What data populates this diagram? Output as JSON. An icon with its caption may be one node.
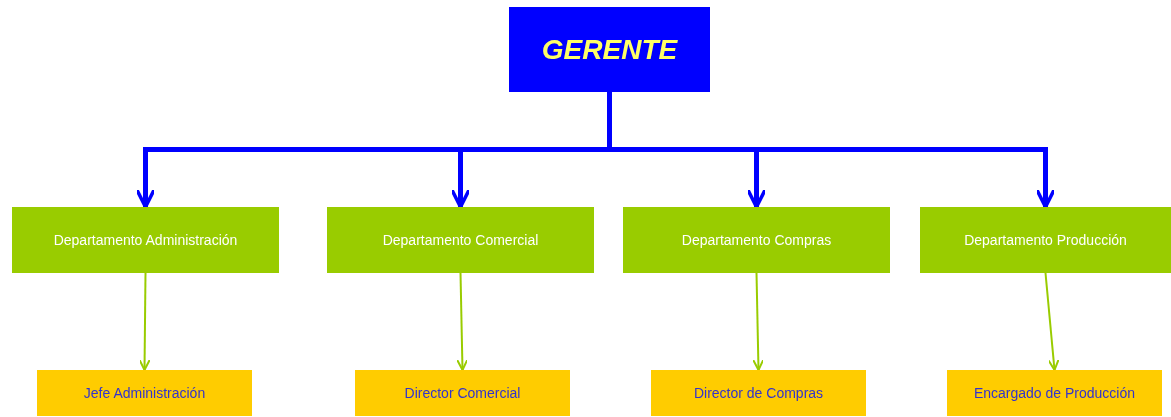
{
  "diagram": {
    "nodes": [
      {
        "text": [
          "GERENTE"
        ]
      },
      {
        "text": [
          "Departamento Administración"
        ]
      },
      {
        "text": [
          "Departamento Comercial"
        ]
      },
      {
        "text": [
          "Departamento Compras"
        ]
      },
      {
        "text": [
          "Departamento Producción"
        ]
      },
      {
        "text": [
          "Jefe Administración"
        ]
      },
      {
        "text": [
          "Director Comercial"
        ]
      },
      {
        "text": [
          "Director de Compras"
        ]
      },
      {
        "text": [
          "Encargado de Producción"
        ]
      }
    ],
    "edges": [
      {
        "from": 0,
        "to": 1,
        "arrow": "to",
        "style": "thick",
        "color": "#0000ff"
      },
      {
        "from": 0,
        "to": 2,
        "arrow": "to",
        "style": "thick",
        "color": "#0000ff"
      },
      {
        "from": 0,
        "to": 3,
        "arrow": "to",
        "style": "thick",
        "color": "#0000ff"
      },
      {
        "from": 0,
        "to": 4,
        "arrow": "to",
        "style": "thick",
        "color": "#0000ff"
      },
      {
        "from": 1,
        "to": 5,
        "arrow": "to",
        "color": "#99cc00"
      },
      {
        "from": 2,
        "to": 6,
        "arrow": "to",
        "color": "#99cc00"
      },
      {
        "from": 3,
        "to": 7,
        "arrow": "to",
        "color": "#99cc00"
      },
      {
        "from": 4,
        "to": 8,
        "arrow": "to",
        "color": "#99cc00"
      }
    ]
  }
}
